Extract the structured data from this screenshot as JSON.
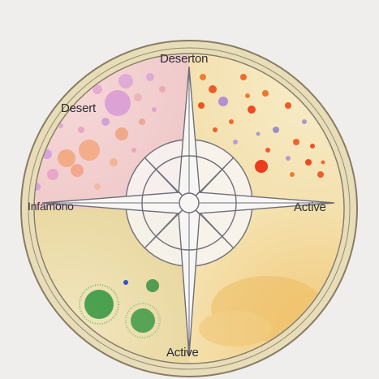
{
  "labels": {
    "top": "Deserton",
    "upper_left": "Desert",
    "left": "Infamono",
    "right": "Active",
    "bottom": "Active"
  },
  "colors": {
    "background": "#efeeec",
    "ring": "#e6dbb4",
    "ring_stroke": "#8a7c63",
    "q_upper_left": "#f2cfd2",
    "q_upper_right": "#f5e6b9",
    "q_lower_left": "#eee2b4",
    "q_lower_right": "#f1d99a",
    "compass_line": "#6f6f7a",
    "compass_fill": "#f7f6f4",
    "accent_red": "#ee4a1e",
    "accent_green": "#2f8f3c",
    "accent_blue": "#2a53c9"
  },
  "icons": [
    "compass-rose-icon"
  ]
}
